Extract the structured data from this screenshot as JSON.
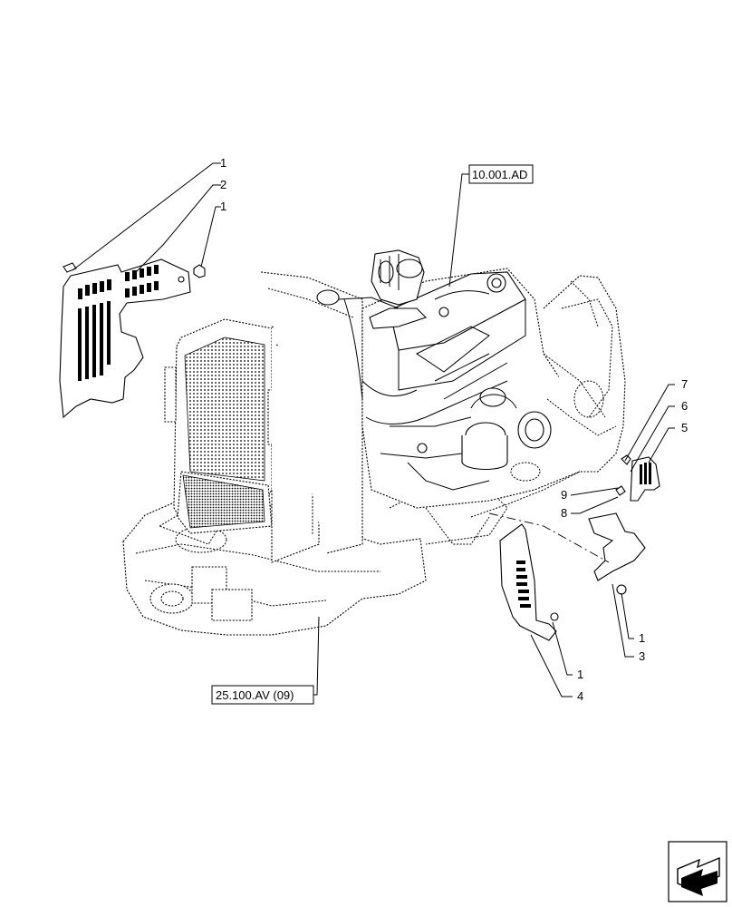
{
  "callouts": {
    "c1_top": "1",
    "c2_top": "2",
    "c1_top_right": "1",
    "c7": "7",
    "c6": "6",
    "c5": "5",
    "c9": "9",
    "c8": "8",
    "c1_mid_right": "1",
    "c3": "3",
    "c1_bottom": "1",
    "c4": "4"
  },
  "references": {
    "engine_ref": "10.001.AD",
    "frame_ref": "25.100.AV (09)"
  },
  "icons": {
    "nav_icon": "arrow-icon"
  }
}
